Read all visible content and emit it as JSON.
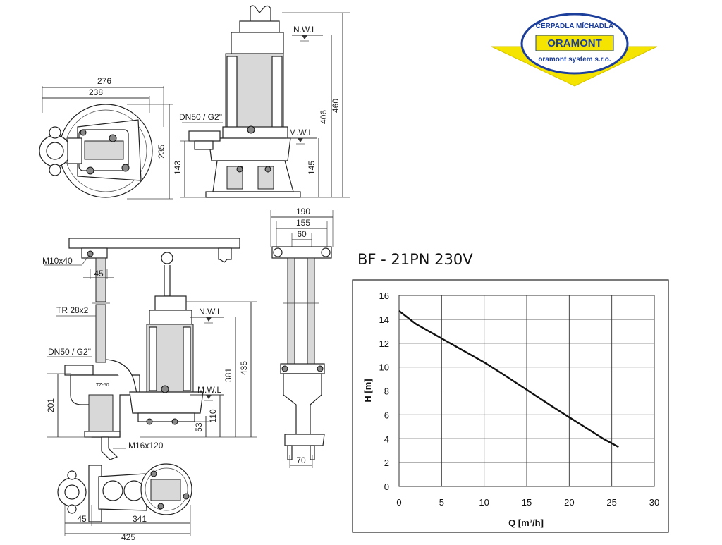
{
  "logo": {
    "top_text": "ČERPADLA MÍCHADLA",
    "brand": "ORAMONT",
    "bottom_text": "oramont system s.r.o.",
    "colors": {
      "yellow": "#f5e400",
      "blue": "#1d3f9c",
      "red": "#d7261e"
    }
  },
  "top_view": {
    "dims": {
      "d276": "276",
      "d238": "238",
      "d235": "235"
    }
  },
  "side_view": {
    "labels": {
      "nwl": "N.W.L",
      "mwl": "M.W.L",
      "dn": "DN50 / G2\""
    },
    "dims": {
      "d460": "460",
      "d406": "406",
      "d145": "145",
      "d143": "143"
    }
  },
  "rail_view": {
    "labels": {
      "m10": "M10x40",
      "tr": "TR 28x2",
      "dn": "DN50 / G2\"",
      "m16": "M16x120",
      "nwl": "N.W.L",
      "mwl": "M.W.L"
    },
    "dims": {
      "d45": "45",
      "d201": "201",
      "d381": "381",
      "d435": "435",
      "d110": "110",
      "d53": "53",
      "d45b": "45",
      "d341": "341",
      "d425": "425"
    }
  },
  "end_view": {
    "dims": {
      "d190": "190",
      "d155": "155",
      "d60": "60",
      "d70": "70"
    }
  },
  "chart_title": "BF - 21PN 230V",
  "chart_data": {
    "type": "line",
    "title": "BF - 21PN 230V",
    "xlabel": "Q [m³/h]",
    "ylabel": "H [m]",
    "xlim": [
      0,
      30
    ],
    "ylim": [
      0,
      16
    ],
    "x_ticks": [
      "0",
      "5",
      "10",
      "15",
      "20",
      "25",
      "30"
    ],
    "y_ticks": [
      "0",
      "2",
      "4",
      "6",
      "8",
      "10",
      "12",
      "14",
      "16"
    ],
    "grid": true,
    "series": [
      {
        "x": [
          0,
          2,
          5,
          8,
          10,
          12,
          15,
          18,
          20,
          22,
          24,
          25.8
        ],
        "y": [
          14.7,
          13.6,
          12.4,
          11.2,
          10.4,
          9.5,
          8.1,
          6.7,
          5.8,
          4.9,
          4.0,
          3.3
        ]
      }
    ]
  }
}
